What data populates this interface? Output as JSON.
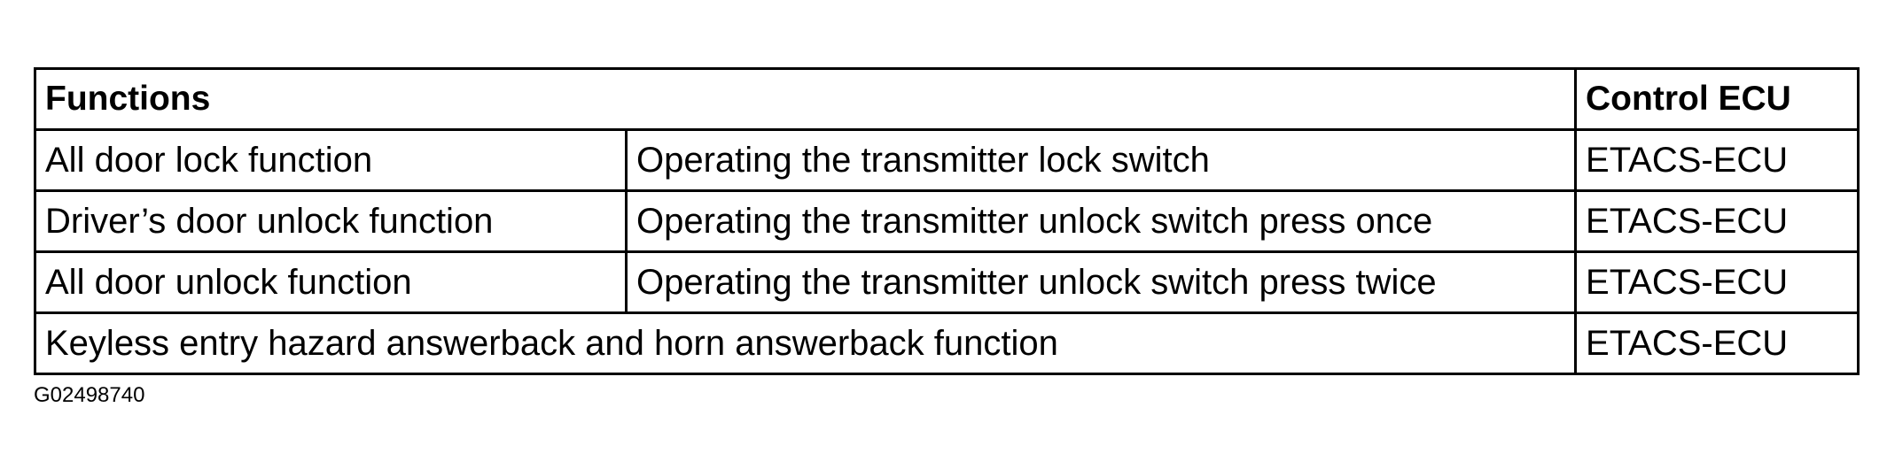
{
  "table": {
    "headers": {
      "functions": "Functions",
      "control_ecu": "Control ECU"
    },
    "rows": [
      {
        "function": "All door lock function",
        "operation": "Operating the transmitter lock switch",
        "ecu": "ETACS-ECU"
      },
      {
        "function": "Driver’s door unlock function",
        "operation": "Operating the transmitter unlock switch press once",
        "ecu": "ETACS-ECU"
      },
      {
        "function": "All door unlock function",
        "operation": "Operating the transmitter unlock switch press twice",
        "ecu": "ETACS-ECU"
      }
    ],
    "last_row": {
      "function": "Keyless entry hazard answerback and horn answerback function",
      "ecu": "ETACS-ECU"
    }
  },
  "figure_id": "G02498740"
}
